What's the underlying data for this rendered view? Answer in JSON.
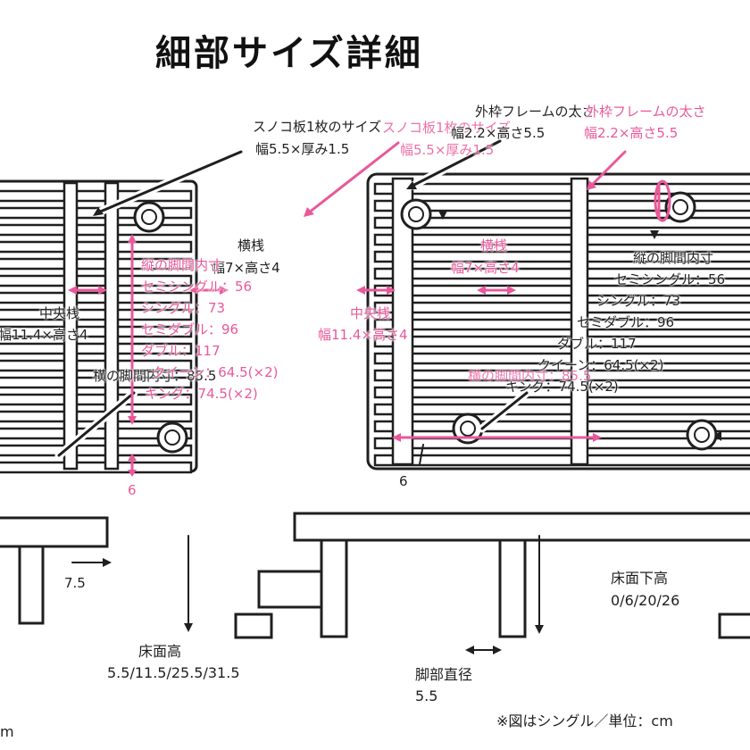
{
  "title": "細部サイズ詳細",
  "colors": {
    "line": "#1f1f1f",
    "accent": "#e9589a",
    "background": "#ffffff"
  },
  "labels": {
    "sunoko_title": "スノコ板1枚のサイズ",
    "sunoko_value": "幅5.5×厚み1.5",
    "frame_title_left": "外枠フレームの太さ",
    "frame_value_left": "幅2.2×高さ5.5",
    "frame_title_right": "外枠フレームの太さ",
    "frame_value_right": "幅2.2×高さ5.5",
    "sunoko_title_ghost": "スノコ板1枚のサイズ",
    "sunoko_value_ghost": "幅5.5×厚み1.5",
    "yokosan_title_1": "横桟",
    "yokosan_value_1": "幅7×高さ4",
    "yokosan_title_2": "横桟",
    "yokosan_value_2": "幅7×高さ4",
    "chuuousan_title_1": "中央桟",
    "chuuousan_value_1": "幅11.4×高さ4",
    "chuuousan_title_2": "中央桟",
    "chuuousan_value_2": "幅11.4×高さ4",
    "tate_leg_title_left": "縦の脚間内寸",
    "tate_leg_values_left": [
      "セミシングル：56",
      "シングル：73",
      "セミダブル：96",
      "ダブル：117"
    ],
    "yoko_leg_left": "横の脚間内寸：85.5",
    "yoko_leg_queen_left": "クイーン：64.5(×2)",
    "yoko_leg_king_left": "キング：74.5(×2)",
    "tate_leg_title_right": "縦の脚間内寸",
    "tate_leg_values_right": [
      "セミシングル：56",
      "シングル：73",
      "セミダブル：96",
      "ダブル：117",
      "クイーン：64.5(×2)",
      "キング：74.5(×2)"
    ],
    "yoko_leg_right": "横の脚間内寸：85.5",
    "dim_6_left": "6",
    "dim_6_right": "6",
    "dim_7_5": "7.5",
    "floor_clear_title": "床面下高",
    "floor_clear_value": "0/6/20/26",
    "floor_height_title": "床面高",
    "floor_height_value": "5.5/11.5/25.5/31.5",
    "leg_dia_title": "脚部直径",
    "leg_dia_value": "5.5",
    "footnote": "※図はシングル／単位：cm",
    "cm_fragment": "m"
  }
}
